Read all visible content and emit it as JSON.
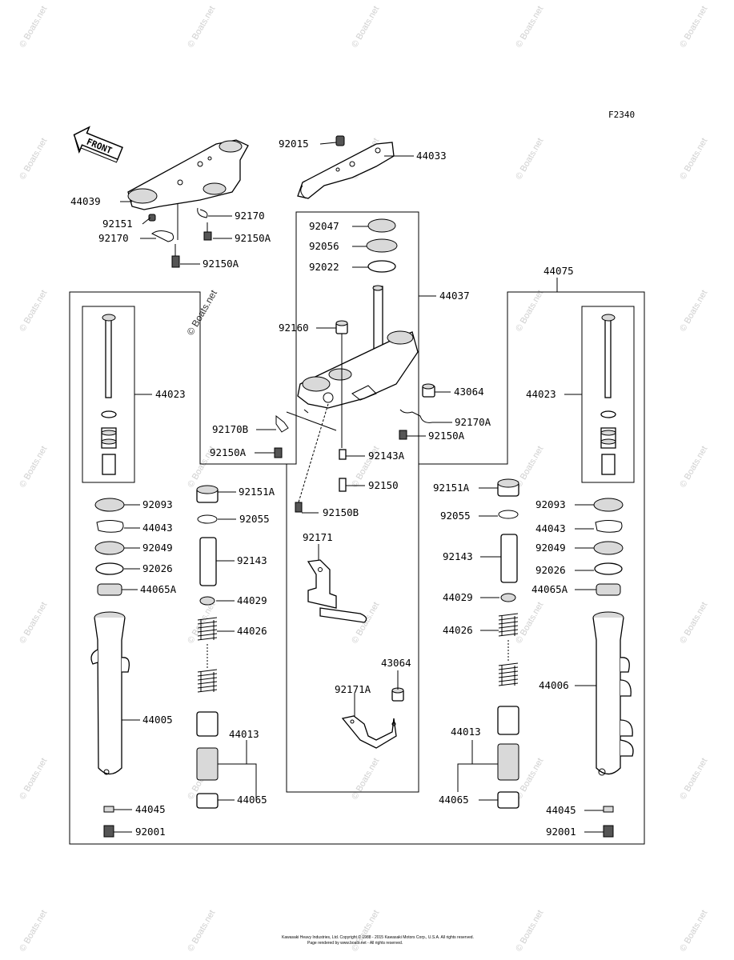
{
  "diagram": {
    "code": "F2340",
    "front_label": "FRONT",
    "watermark": "© Boats.net",
    "footer_line1": "Kawasaki Heavy Industries, Ltd. Copyright © 1988 - 2015 Kawasaki Motors Corp., U.S.A. All rights reserved.",
    "footer_line2": "Page rendered by www.boats.net - All rights reserved.",
    "part_labels": {
      "p44039": "44039",
      "p92151": "92151",
      "p92170_top": "92170",
      "p92170_left": "92170",
      "p92150A_top": "92150A",
      "p92150A_top2": "92150A",
      "p92015": "92015",
      "p44033": "44033",
      "p92047": "92047",
      "p92056": "92056",
      "p92022": "92022",
      "p44037": "44037",
      "p92160": "92160",
      "p43064_top": "43064",
      "p92170A": "92170A",
      "p92150A_mid": "92150A",
      "p92170B": "92170B",
      "p92150A_left": "92150A",
      "p92143A": "92143A",
      "p92150": "92150",
      "p92150B": "92150B",
      "p44075": "44075",
      "p44023_left": "44023",
      "p44023_right": "44023",
      "p92151A_left": "92151A",
      "p92151A_right": "92151A",
      "p92093_left": "92093",
      "p92093_right": "92093",
      "p92055_left": "92055",
      "p92055_right": "92055",
      "p44043_left": "44043",
      "p44043_right": "44043",
      "p92049_left": "92049",
      "p92049_right": "92049",
      "p92026_left": "92026",
      "p92026_right": "92026",
      "p44065A_left": "44065A",
      "p44065A_right": "44065A",
      "p92143_left": "92143",
      "p92143_right": "92143",
      "p44029_left": "44029",
      "p44029_right": "44029",
      "p44026_left": "44026",
      "p44026_right": "44026",
      "p92171": "92171",
      "p43064_bottom": "43064",
      "p92171A": "92171A",
      "p44005": "44005",
      "p44006": "44006",
      "p44013_left": "44013",
      "p44013_right": "44013",
      "p44065_left": "44065",
      "p44065_right": "44065",
      "p44045_left": "44045",
      "p44045_right": "44045",
      "p92001_left": "92001",
      "p92001_right": "92001"
    }
  }
}
